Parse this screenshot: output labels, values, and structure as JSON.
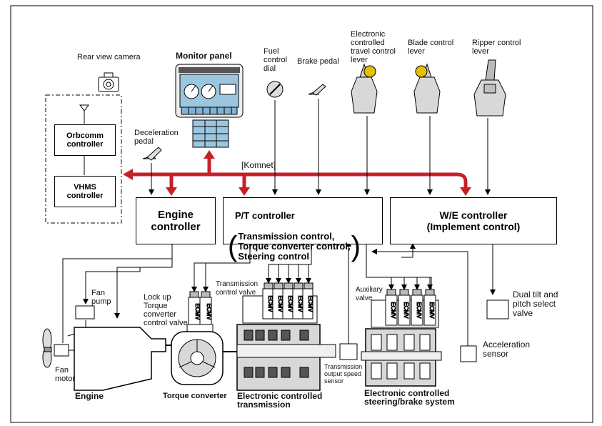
{
  "components": {
    "rear_view_camera": "Rear view camera",
    "monitor_panel": "Monitor panel",
    "fuel_control_dial": "Fuel\ncontrol\ndial",
    "brake_pedal": "Brake pedal",
    "travel_control_lever": "Electronic\ncontrolled\ntravel control\nlever",
    "blade_control_lever": "Blade control\nlever",
    "ripper_control_lever": "Ripper control\nlever",
    "deceleration_pedal": "Deceleration\npedal",
    "komnet": "[Komnet]",
    "fan_pump": "Fan\npump",
    "fan_motor": "Fan\nmotor",
    "engine": "Engine",
    "lockup_valve": "Lock up\nTorque\nconverter\ncontrol valve",
    "torque_converter": "Torque converter",
    "transmission_control_valve": "Transmission\ncontrol valve",
    "transmission": "Electronic controlled\ntransmission",
    "trans_output_speed_sensor": "Transmission\noutput speed\nsensor",
    "auxiliary_valve": "Auxiliary\nvalve",
    "steering_brake": "Electronic controlled\nsteering/brake system",
    "dual_tilt_valve": "Dual tilt and\npitch select\nvalve",
    "acceleration_sensor": "Acceleration\nsensor",
    "ecmv": "ECMV"
  },
  "controllers": {
    "orbcomm": "Orbcomm\ncontroller",
    "vhms": "VHMS\ncontroller",
    "engine": "Engine\ncontroller",
    "pt_title": "P/T controller",
    "pt_body": "Transmission control,\nTorque converter control,\nSteering control",
    "we": "W/E controller\n(Implement control)"
  },
  "colors": {
    "bus": "#c8202a",
    "line": "#000000",
    "part_fill": "#d8d8d8",
    "monitor_fill": "#9cc6e0"
  }
}
